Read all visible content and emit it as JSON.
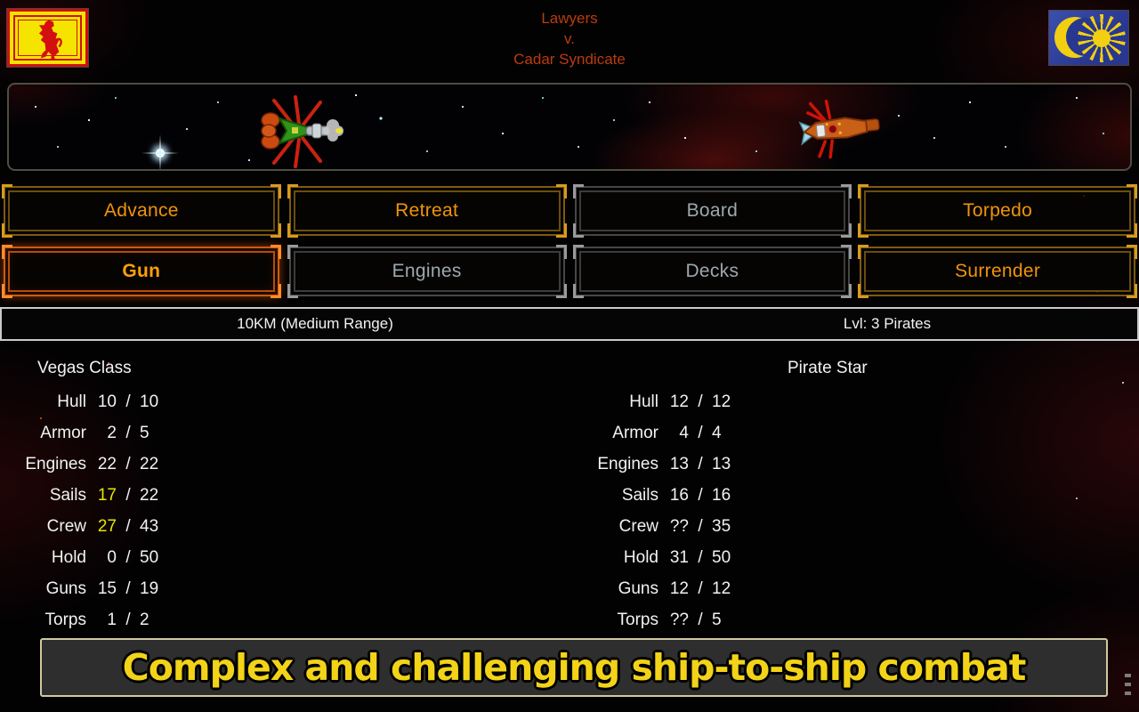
{
  "header": {
    "title_line1": "Lawyers",
    "title_line2": "v.",
    "title_line3": "Cadar Syndicate",
    "left_flag": "scottish-lion-rampant",
    "right_flag": "blue-crescent-14-point-star"
  },
  "buttons": {
    "row1": [
      {
        "label": "Advance",
        "state": "enabled"
      },
      {
        "label": "Retreat",
        "state": "enabled"
      },
      {
        "label": "Board",
        "state": "disabled"
      },
      {
        "label": "Torpedo",
        "state": "enabled"
      }
    ],
    "row2": [
      {
        "label": "Gun",
        "state": "selected"
      },
      {
        "label": "Engines",
        "state": "disabled"
      },
      {
        "label": "Decks",
        "state": "disabled"
      },
      {
        "label": "Surrender",
        "state": "enabled"
      }
    ]
  },
  "status_bar": {
    "range": "10KM (Medium Range)",
    "enemy_info": "Lvl: 3 Pirates"
  },
  "player_ship": {
    "name": "Vegas Class",
    "stats": [
      {
        "label": "Hull",
        "current": "10",
        "max": "10",
        "highlight": false
      },
      {
        "label": "Armor",
        "current": "2",
        "max": "5",
        "highlight": false
      },
      {
        "label": "Engines",
        "current": "22",
        "max": "22",
        "highlight": false
      },
      {
        "label": "Sails",
        "current": "17",
        "max": "22",
        "highlight": true
      },
      {
        "label": "Crew",
        "current": "27",
        "max": "43",
        "highlight": true
      },
      {
        "label": "Hold",
        "current": "0",
        "max": "50",
        "highlight": false
      },
      {
        "label": "Guns",
        "current": "15",
        "max": "19",
        "highlight": false
      },
      {
        "label": "Torps",
        "current": "1",
        "max": "2",
        "highlight": false
      }
    ]
  },
  "enemy_ship": {
    "name": "Pirate Star",
    "stats": [
      {
        "label": "Hull",
        "current": "12",
        "max": "12",
        "highlight": false
      },
      {
        "label": "Armor",
        "current": "4",
        "max": "4",
        "highlight": false
      },
      {
        "label": "Engines",
        "current": "13",
        "max": "13",
        "highlight": false
      },
      {
        "label": "Sails",
        "current": "16",
        "max": "16",
        "highlight": false
      },
      {
        "label": "Crew",
        "current": "??",
        "max": "35",
        "highlight": false
      },
      {
        "label": "Hold",
        "current": "31",
        "max": "50",
        "highlight": false
      },
      {
        "label": "Guns",
        "current": "12",
        "max": "12",
        "highlight": false
      },
      {
        "label": "Torps",
        "current": "??",
        "max": "5",
        "highlight": false
      }
    ]
  },
  "banner": {
    "text": "Complex and challenging ship-to-ship combat"
  },
  "colors": {
    "title_text": "#b93c10",
    "enabled_text": "#ef940a",
    "selected_text": "#ffa00a",
    "disabled_text": "#9ba9ae",
    "stat_text": "#f2f2f2",
    "stat_highlight": "#e6e600",
    "banner_text": "#f2d318",
    "banner_border": "#cfc9a0",
    "status_border": "#c9c9c9",
    "enabled_frame": "#7d5a10",
    "enabled_bracket": "#d79b1e",
    "selected_frame": "#cf5a10",
    "selected_bracket": "#ff8c28",
    "disabled_frame": "#464646",
    "disabled_bracket": "#9a9a9a",
    "flag_blue": "#28378f",
    "flag_yellow": "#f2cf11",
    "flag_red": "#cf1010",
    "scotland_yellow": "#f5e400"
  }
}
